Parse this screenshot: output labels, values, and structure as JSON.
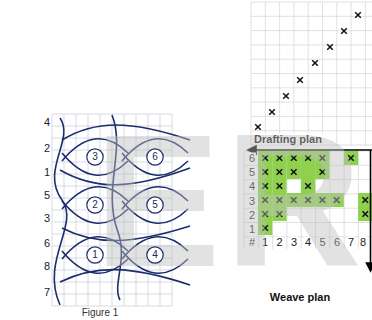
{
  "diagram": {
    "caption": "Figure 1",
    "nodes": [
      {
        "text": [
          "3"
        ]
      },
      {
        "text": [
          "6"
        ]
      },
      {
        "text": [
          "2"
        ]
      },
      {
        "text": [
          "5"
        ]
      },
      {
        "text": [
          "1"
        ]
      },
      {
        "text": [
          "4"
        ]
      }
    ],
    "labels": [
      "4",
      "2",
      "1",
      "5",
      "3",
      "6",
      "8",
      "7",
      "Drafting plan",
      "6",
      "5",
      "4",
      "3",
      "2",
      "1",
      "#",
      "1",
      "2",
      "3",
      "4",
      "5",
      "6",
      "7",
      "8",
      "Weave plan",
      "ER"
    ]
  }
}
